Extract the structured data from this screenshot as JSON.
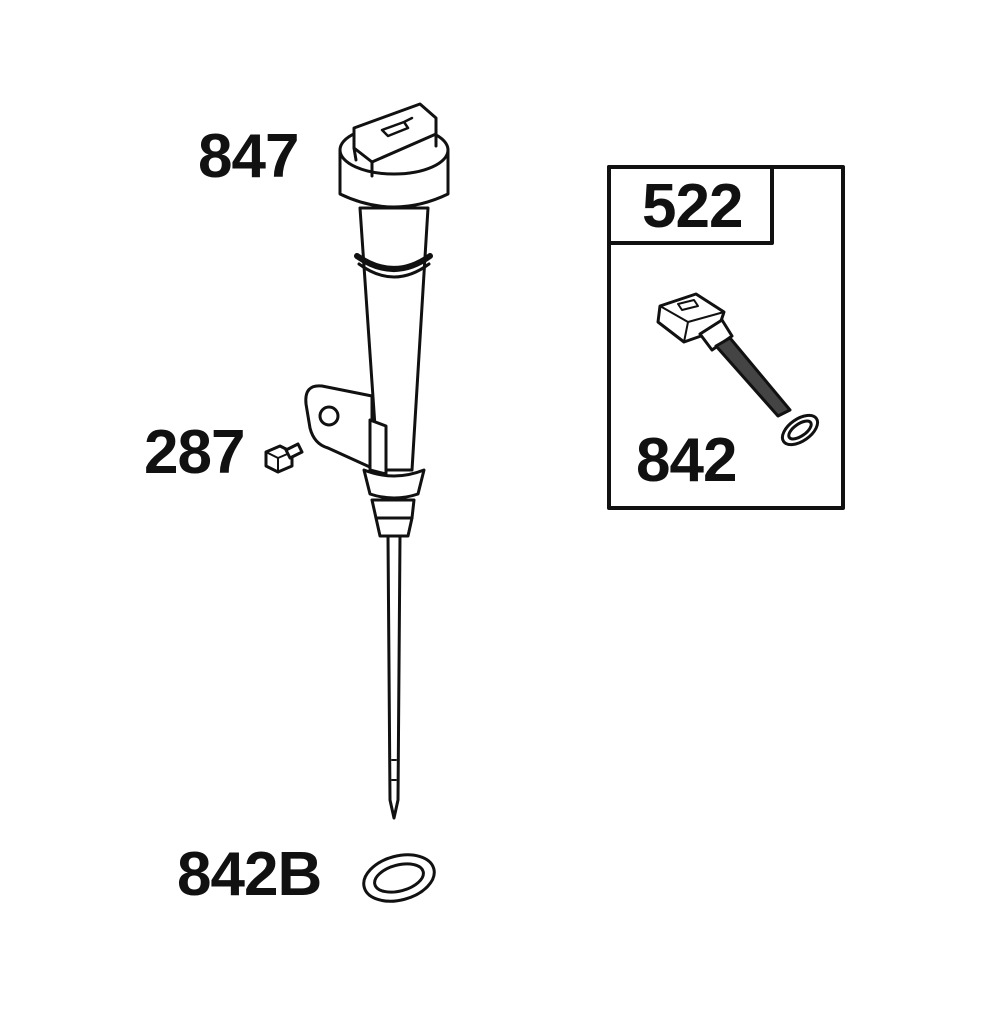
{
  "labels": {
    "part_847": "847",
    "part_287": "287",
    "part_842b": "842B",
    "kit_522": "522",
    "part_842": "842"
  },
  "colors": {
    "line": "#111111",
    "fill": "#ffffff"
  }
}
